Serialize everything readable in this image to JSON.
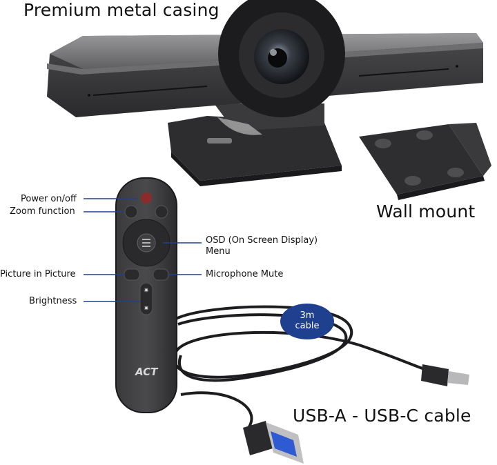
{
  "headline": "Premium metal casing",
  "wall_mount_label": "Wall mount",
  "cable_label": "USB-A - USB-C cable",
  "cable_badge": {
    "line1": "3m",
    "line2": "cable"
  },
  "remote": {
    "brand": "ACT",
    "callouts": {
      "power": "Power on/off",
      "zoom": "Zoom function",
      "osd_line1": "OSD (On Screen Display)",
      "osd_line2": "Menu",
      "pip": "Picture in Picture",
      "mic": "Microphone Mute",
      "brightness": "Brightness"
    }
  },
  "colors": {
    "badge": "#1f3f8f",
    "callout_line": "#1f3f8f",
    "body_dark": "#2e2e30",
    "power_red": "#8c2b2b"
  },
  "icons": [
    "power-icon",
    "zoom-out-icon",
    "zoom-in-icon",
    "menu-icon",
    "picture-in-picture-icon",
    "microphone-mute-icon",
    "brightness-icon"
  ]
}
